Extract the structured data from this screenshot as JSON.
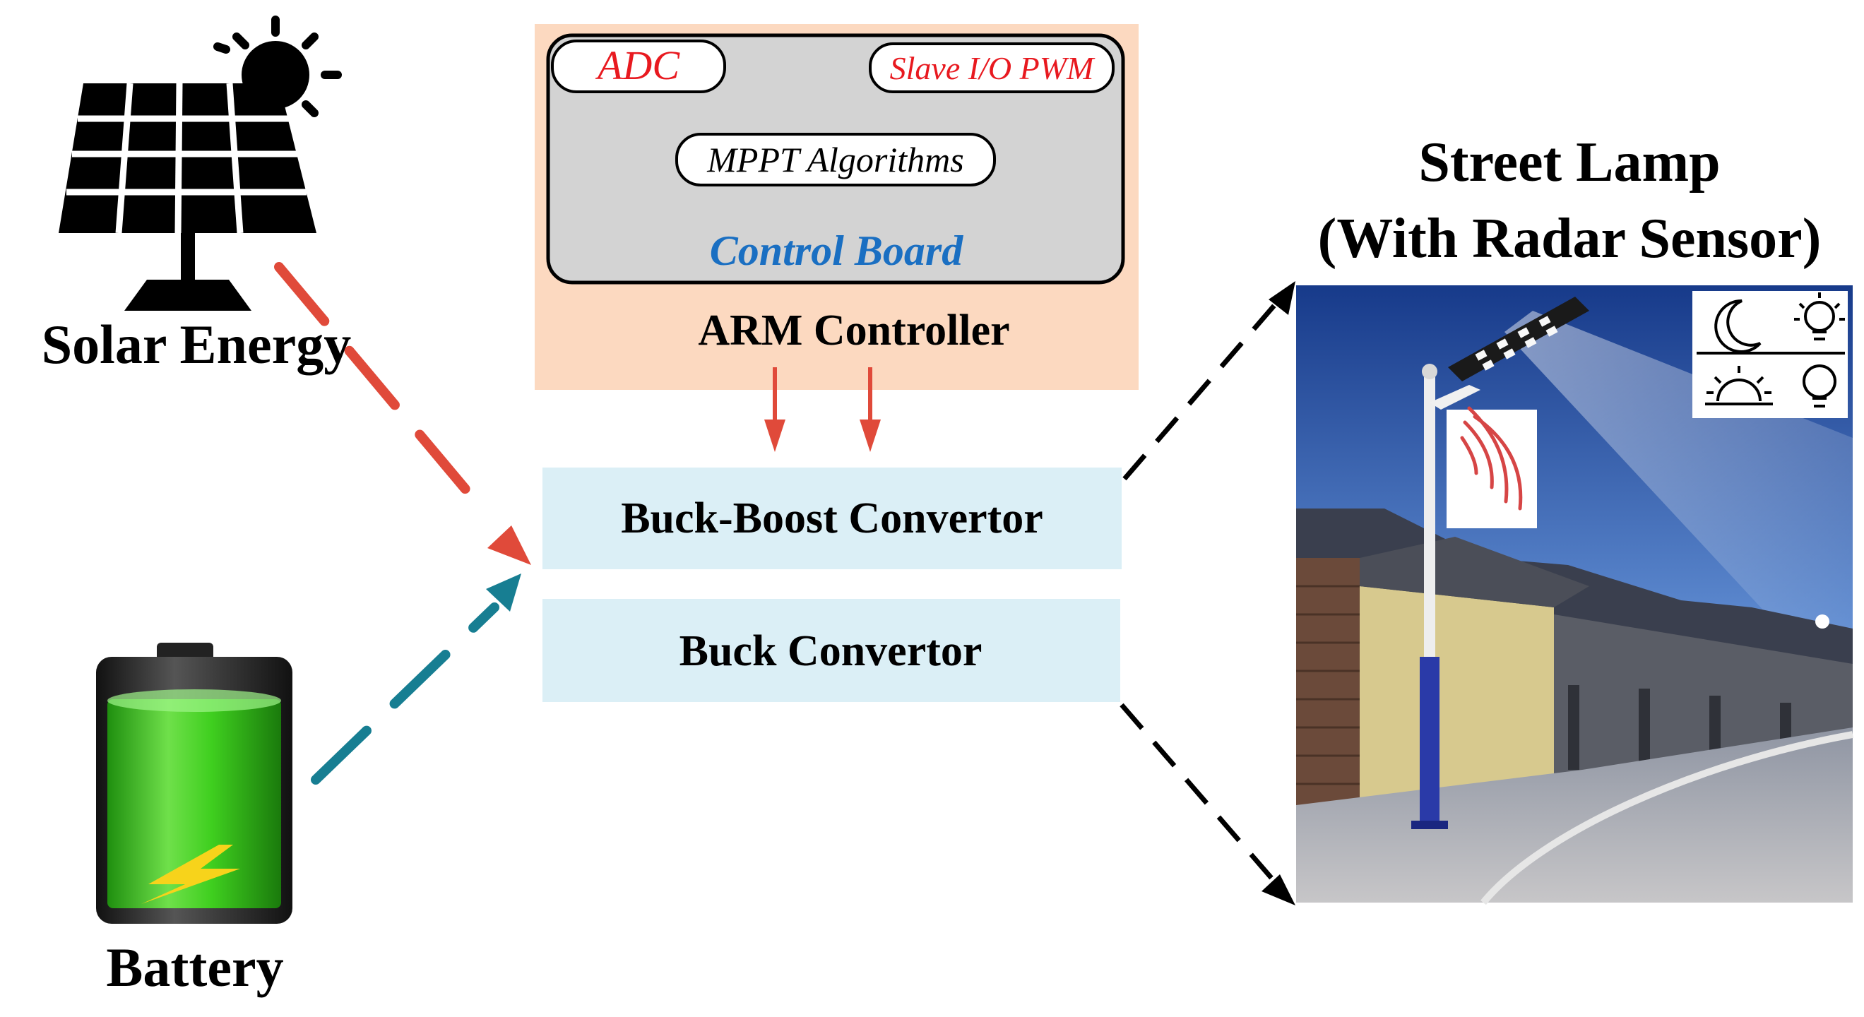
{
  "sources": {
    "solar_label": "Solar Energy",
    "battery_label": "Battery"
  },
  "controller": {
    "adc_label": "ADC",
    "slave_label": "Slave I/O PWM",
    "mppt_label": "MPPT Algorithms",
    "board_label": "Control Board",
    "arm_label": "ARM Controller"
  },
  "converters": {
    "buck_boost_label": "Buck-Boost Convertor",
    "buck_label": "Buck Convertor"
  },
  "lamp": {
    "title_line1": "Street Lamp",
    "title_line2": "(With Radar Sensor)"
  },
  "colors": {
    "controller_bg": "#fcd9c0",
    "board_bg": "#d3d3d3",
    "converter_bg": "#dbeff6",
    "red_arrow": "#e04a3a",
    "teal_arrow": "#177e92",
    "red_text": "#e8191f",
    "blue_text": "#1a6fc2",
    "battery_green": "#3fcf1f",
    "sky_top": "#1b3f8f",
    "sky_bottom": "#7fa7dc"
  },
  "icons": {
    "solar": "solar-panel-icon",
    "battery": "battery-icon",
    "lamp": "street-lamp-image",
    "radar": "radar-waves-icon",
    "moon": "moon-icon",
    "bulb_on": "bulb-on-icon",
    "sunrise": "sunrise-icon",
    "bulb_off": "bulb-off-icon"
  }
}
